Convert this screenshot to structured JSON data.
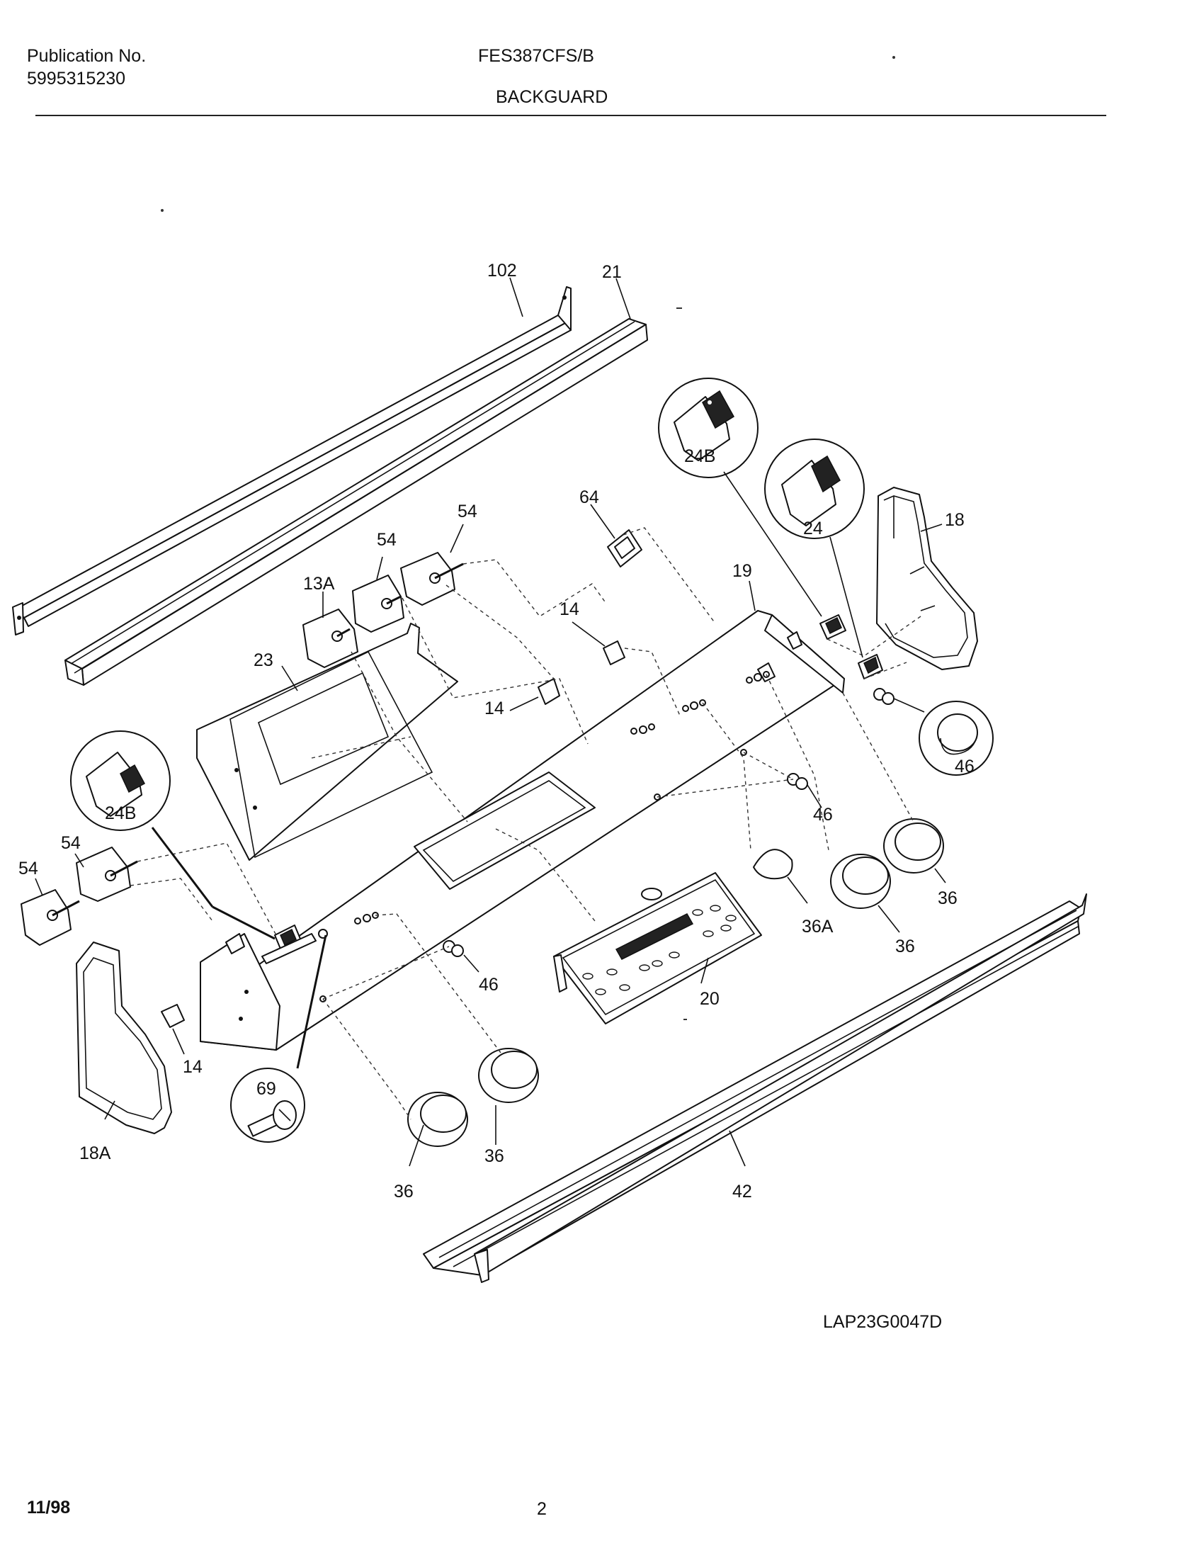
{
  "header": {
    "publication_label": "Publication No.",
    "publication_number": "5995315230",
    "model": "FES387CFS/B",
    "section": "BACKGUARD"
  },
  "figure_code": "LAP23G0047D",
  "footer": {
    "date": "11/98",
    "page": "2"
  },
  "callouts": {
    "c102": "102",
    "c21": "21",
    "c64": "64",
    "c54a": "54",
    "c54b": "54",
    "c13A": "13A",
    "c24B_top": "24B",
    "c24": "24",
    "c18": "18",
    "c19": "19",
    "c14a": "14",
    "c14b": "14",
    "c23": "23",
    "c46_right": "46",
    "c46_mid": "46",
    "c24B_left": "24B",
    "c54c": "54",
    "c54d": "54",
    "c36a": "36",
    "c36b": "36",
    "c36A": "36A",
    "c20": "20",
    "c46_left": "46",
    "c14c": "14",
    "c18A": "18A",
    "c69": "69",
    "c36c": "36",
    "c36d": "36",
    "c42": "42"
  }
}
